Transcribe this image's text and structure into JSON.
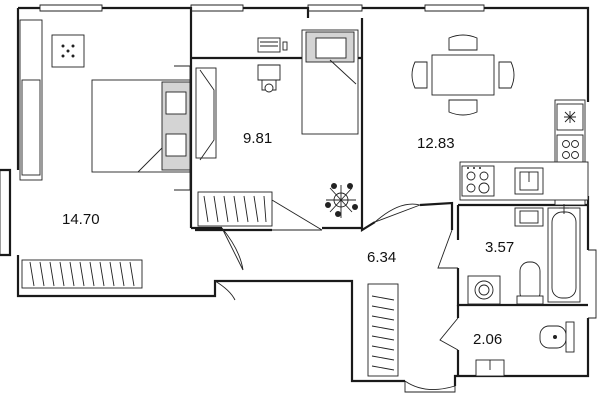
{
  "rooms": [
    {
      "id": "living",
      "area": "14.70"
    },
    {
      "id": "bedroom",
      "area": "9.81"
    },
    {
      "id": "kitchen",
      "area": "12.83"
    },
    {
      "id": "hall",
      "area": "6.34"
    },
    {
      "id": "bathroom",
      "area": "3.57"
    },
    {
      "id": "wc",
      "area": "2.06"
    }
  ],
  "colors": {
    "wall": "#1a1a1a",
    "furniture_fill": "#d4d4d4",
    "background": "#ffffff"
  }
}
